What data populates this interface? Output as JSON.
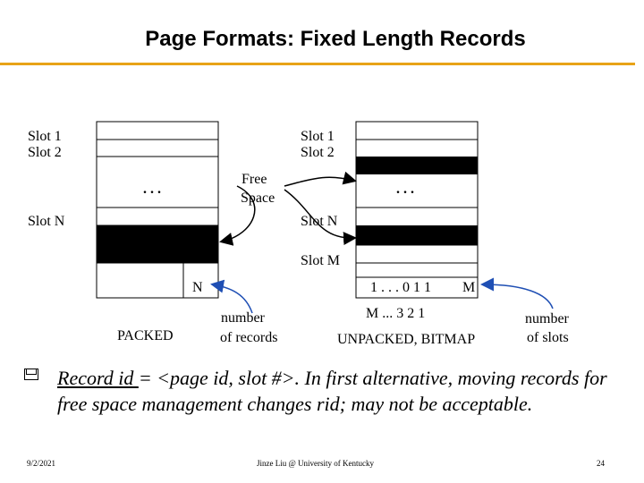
{
  "title": "Page Formats: Fixed Length Records",
  "packed": {
    "slot1": "Slot 1",
    "slot2": "Slot 2",
    "dots": ". . .",
    "slotN": "Slot N",
    "n": "N",
    "caption": "PACKED",
    "free_space_line1": "Free",
    "free_space_line2": "Space",
    "number_line1": "number",
    "number_line2": "of records"
  },
  "unpacked": {
    "slot1": "Slot 1",
    "slot2": "Slot 2",
    "dots": ". . .",
    "slotN": "Slot N",
    "slotM": "Slot M",
    "bitmap": "1 . . . 0 1 1",
    "m": "M",
    "indices": "M ...   3  2  1",
    "caption": "UNPACKED, BITMAP",
    "number_line1": "number",
    "number_line2": "of slots"
  },
  "body": {
    "link_text": "Record id ",
    "rest": "= <page id, slot #>.  In first alternative, moving records for free space management changes rid; may not be acceptable."
  },
  "footer": {
    "date": "9/2/2021",
    "author": "Jinze Liu @ University of Kentucky",
    "page": "24"
  },
  "colors": {
    "accent": "#e8a317",
    "arrow_blue": "#1f4fb4"
  }
}
